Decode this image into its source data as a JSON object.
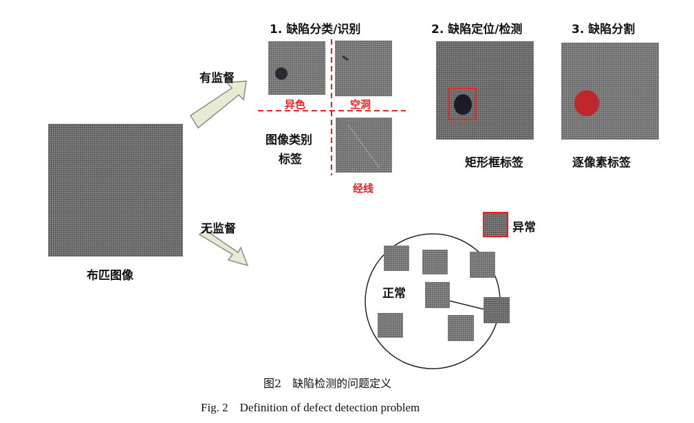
{
  "main_image_label": "布匹图像",
  "supervised_label": "有监督",
  "unsupervised_label": "无监督",
  "task1_title": "1. 缺陷分类/识别",
  "task2_title": "2. 缺陷定位/检测",
  "task3_title": "3. 缺陷分割",
  "defect_labels": {
    "color": "异色",
    "hole": "空洞",
    "warp": "经线"
  },
  "image_class_label_line1": "图像类别",
  "image_class_label_line2": "标签",
  "bbox_label": "矩形框标签",
  "pixel_label": "逐像素标签",
  "anomaly_label": "异常",
  "normal_label": "正常",
  "caption_cn": "图2　缺陷检测的问题定义",
  "caption_en": "Fig. 2　Definition of defect detection problem",
  "colors": {
    "red": "#e8201e",
    "arrow_fill": "#e6ecd2",
    "arrow_stroke": "#8a8a8a"
  }
}
